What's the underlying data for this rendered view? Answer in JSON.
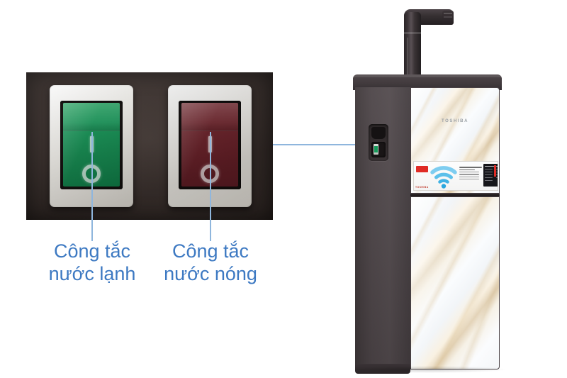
{
  "image": {
    "kind": "product-annotation-photo",
    "subject": "Toshiba water purifier / hot-cold water dispenser",
    "background_color": "#ffffff"
  },
  "callouts": {
    "line_color": "#8fb6dd",
    "label_color": "#3d79c2",
    "items": [
      {
        "id": "cold-water-switch",
        "label": "Công tắc\nnước lạnh",
        "line1": "Công tắc",
        "line2": "nước lạnh"
      },
      {
        "id": "hot-water-switch",
        "label": "Công tắc\nnước nóng",
        "line1": "Công tắc",
        "line2": "nước nóng"
      }
    ]
  },
  "switch_photo": {
    "panel_background": "#3a302d",
    "switches": [
      {
        "name": "cold-water-rocker-switch",
        "color": "#17995a",
        "color_name": "green",
        "bezel_color": "#f5f3ee",
        "on_mark": "I",
        "off_mark": "O"
      },
      {
        "name": "hot-water-rocker-switch",
        "color": "#73262e",
        "color_name": "dark red",
        "bezel_color": "#f5f3ee",
        "on_mark": "I",
        "off_mark": "O"
      }
    ]
  },
  "machine": {
    "brand": "TOSHIBA",
    "cabinet_color": "#4d4548",
    "door_finish": "white marble with tan veining",
    "faucet": {
      "name": "water-faucet",
      "color": "#3a3335",
      "shape": "L-shaped gooseneck"
    },
    "side_switch": {
      "name": "power-switch-recess",
      "switch_color": "#169a5a",
      "housing_color": "#2d2829"
    },
    "sticker": {
      "name": "wifi-energy-label-sticker",
      "wifi_color": "#49b3e0",
      "badge_color": "#e02b25",
      "panel_color": "#16161a"
    }
  }
}
